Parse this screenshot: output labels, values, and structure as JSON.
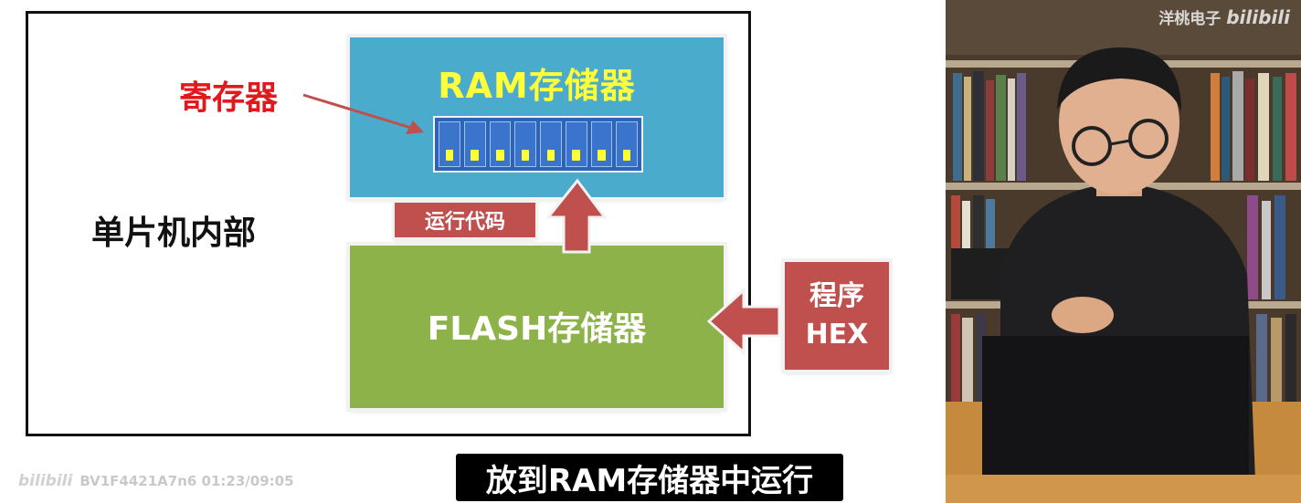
{
  "slide": {
    "ram_title": "RAM存储器",
    "flash_title": "FLASH存储器",
    "register_label": "寄存器",
    "run_code_label": "运行代码",
    "mcu_internal_label": "单片机内部",
    "program_hex_line1": "程序",
    "program_hex_line2": "HEX",
    "register_cells": 8,
    "colors": {
      "ram": "#4aabcc",
      "flash": "#8db249",
      "tag_red": "#c0504d",
      "register_text": "#e0191e",
      "ram_title": "#ffff3a"
    }
  },
  "subtitle": "放到RAM存储器中运行",
  "watermarks": {
    "player_logo": "bilibili",
    "video_id_and_time": "BV1F4421A7n6 01:23/09:05",
    "channel_name": "洋桃电子",
    "channel_logo": "bilibili"
  }
}
